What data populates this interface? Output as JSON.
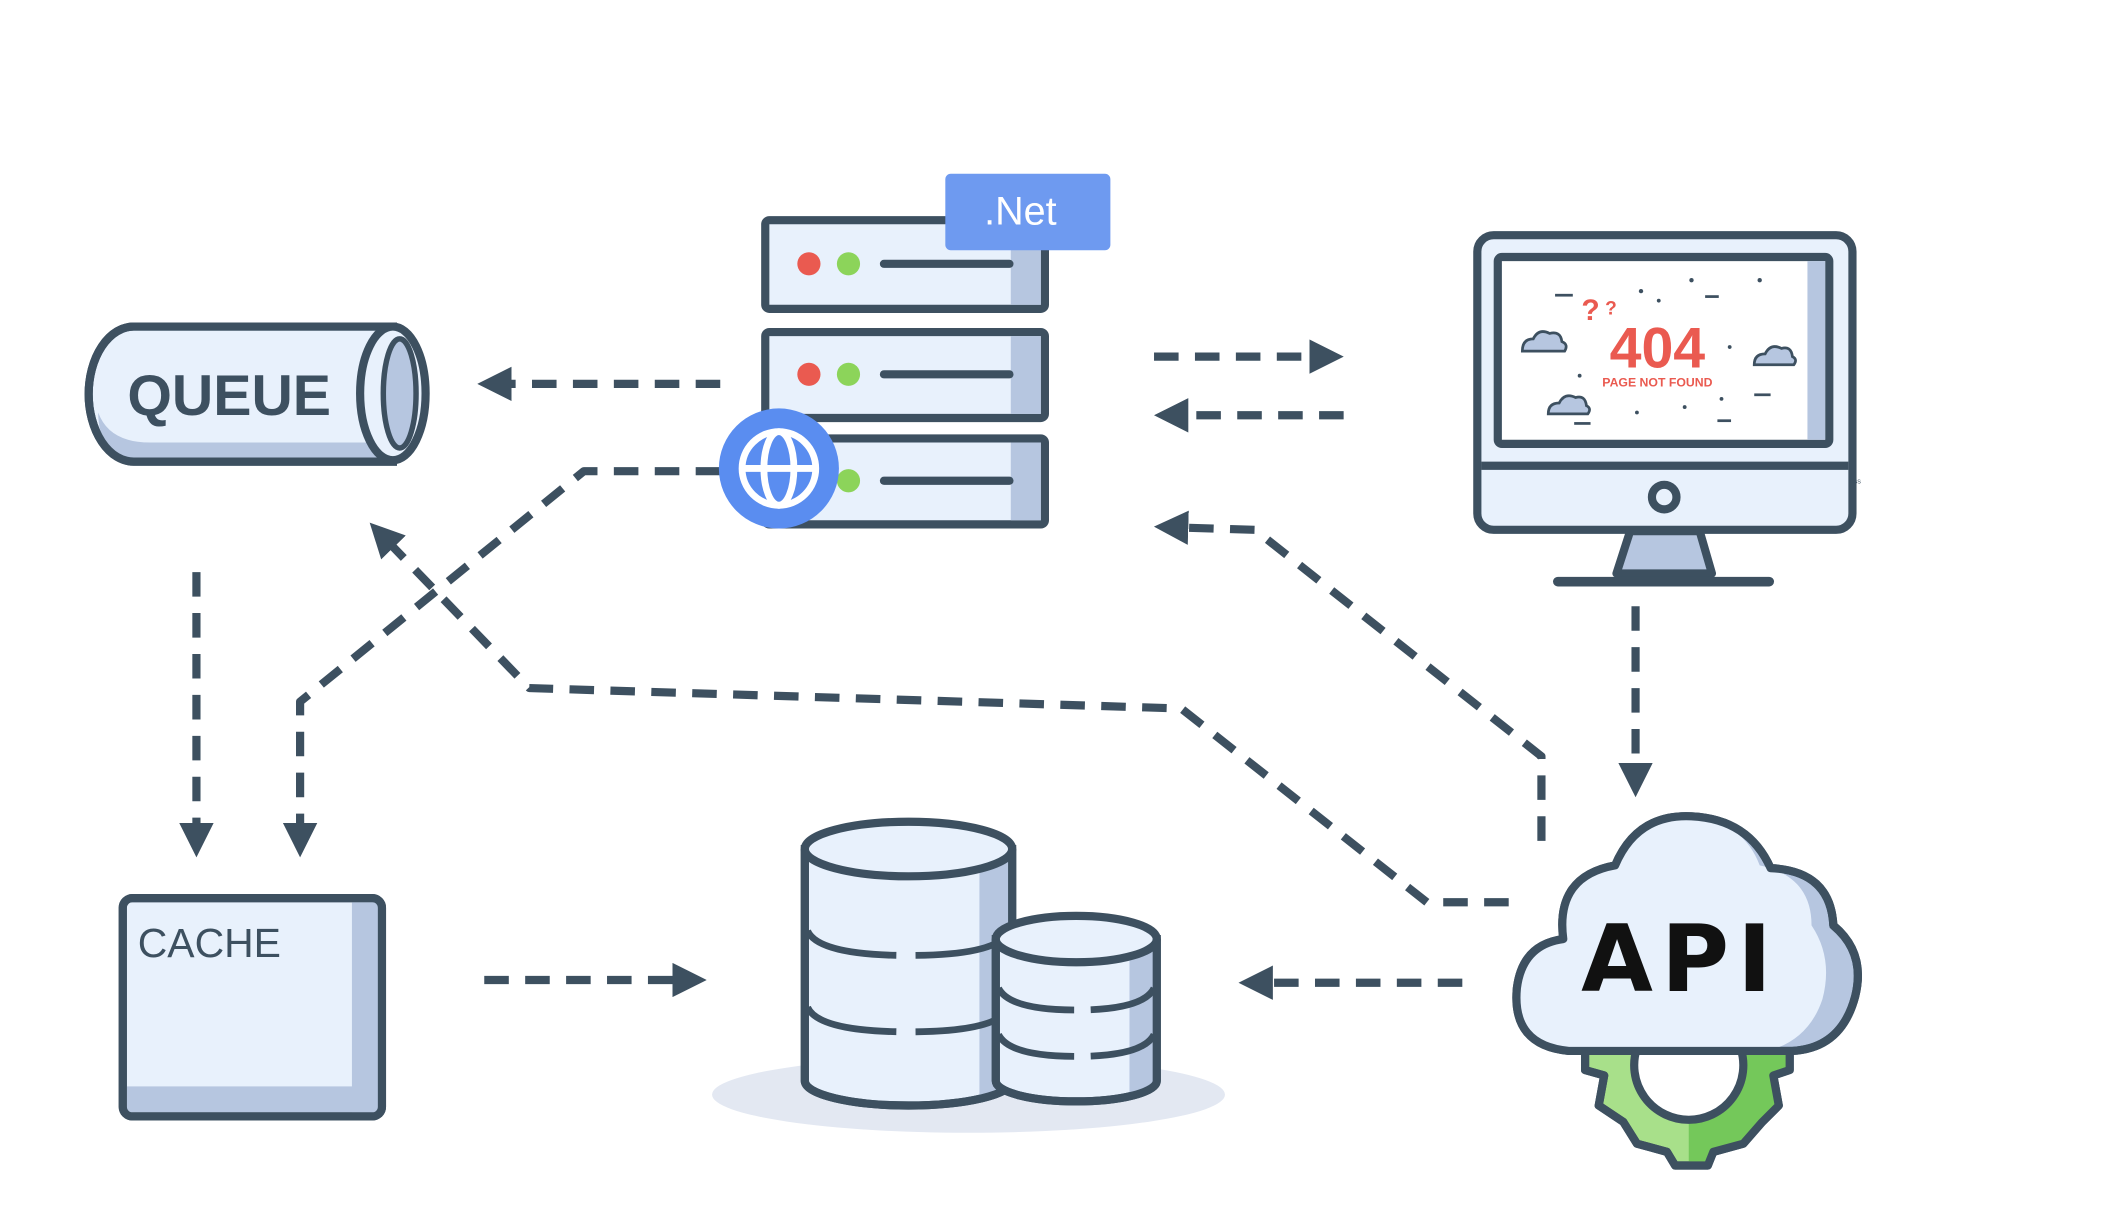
{
  "nodes": {
    "queue": {
      "label": "QUEUE"
    },
    "server": {
      "badge": ".Net"
    },
    "monitor": {
      "error_code": "404",
      "error_text": "PAGE NOT FOUND",
      "question_marks": "?",
      "brand_mark": "CSS"
    },
    "cache": {
      "label": "CACHE"
    },
    "database": {},
    "api": {
      "label": "API"
    }
  },
  "colors": {
    "outline": "#3d5060",
    "fill_light": "#e8f1fc",
    "fill_shade": "#b6c6e0",
    "badge_blue": "#6e9af0",
    "globe_blue": "#5a8df0",
    "led_red": "#ea5a50",
    "led_green": "#8cd45a",
    "error_red": "#ea5a50",
    "gear_green_light": "#a8e08a",
    "gear_green_dark": "#74c85a",
    "shadow": "#e3e8f2"
  },
  "icons": [
    "queue-pipe-icon",
    "server-stack-icon",
    "globe-icon",
    "monitor-icon",
    "cloud-icon",
    "database-icon",
    "gear-icon"
  ]
}
